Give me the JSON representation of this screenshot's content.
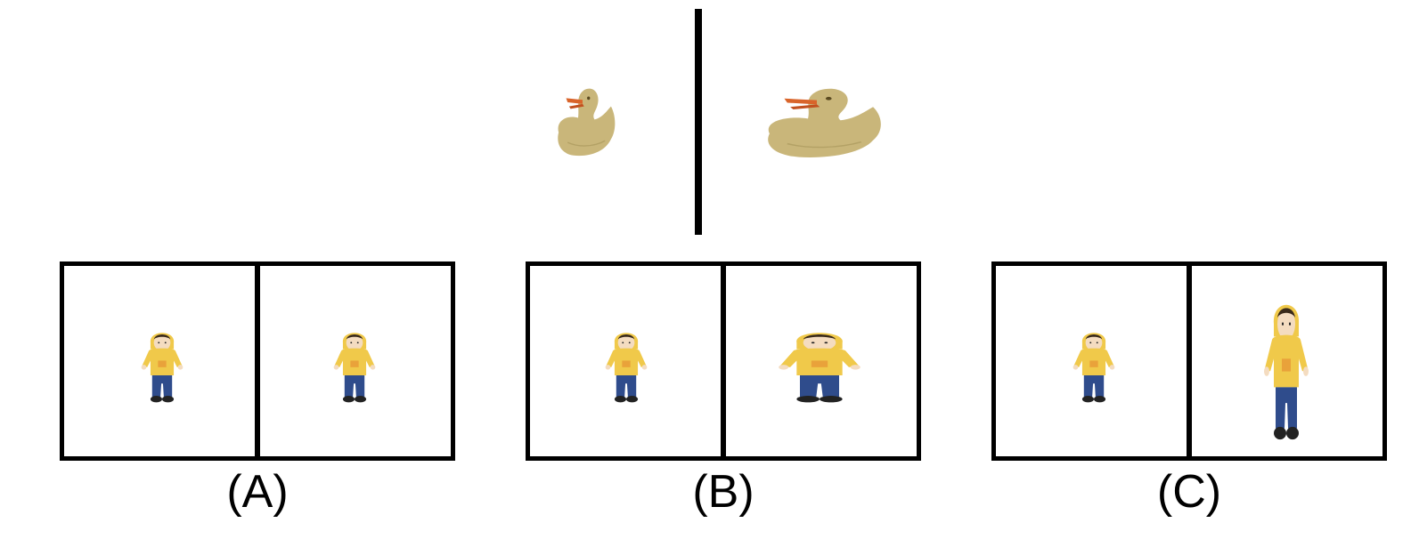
{
  "example": {
    "left_figure": "rubber-duck-small",
    "right_figure": "rubber-duck-wide",
    "colors": {
      "duck_body": "#C9B67A",
      "duck_beak": "#D9642A"
    }
  },
  "options": [
    {
      "label": "(A)",
      "left_figure": "doll-normal",
      "right_figure": "doll-normal"
    },
    {
      "label": "(B)",
      "left_figure": "doll-normal",
      "right_figure": "doll-wide"
    },
    {
      "label": "(C)",
      "left_figure": "doll-normal",
      "right_figure": "doll-tall"
    }
  ],
  "colors": {
    "frame": "#000000",
    "doll_coat": "#F0C94A",
    "doll_pocket": "#E9A23A",
    "doll_jeans": "#2F4C8C",
    "doll_shoes": "#222222",
    "doll_skin": "#F4DCC0"
  }
}
